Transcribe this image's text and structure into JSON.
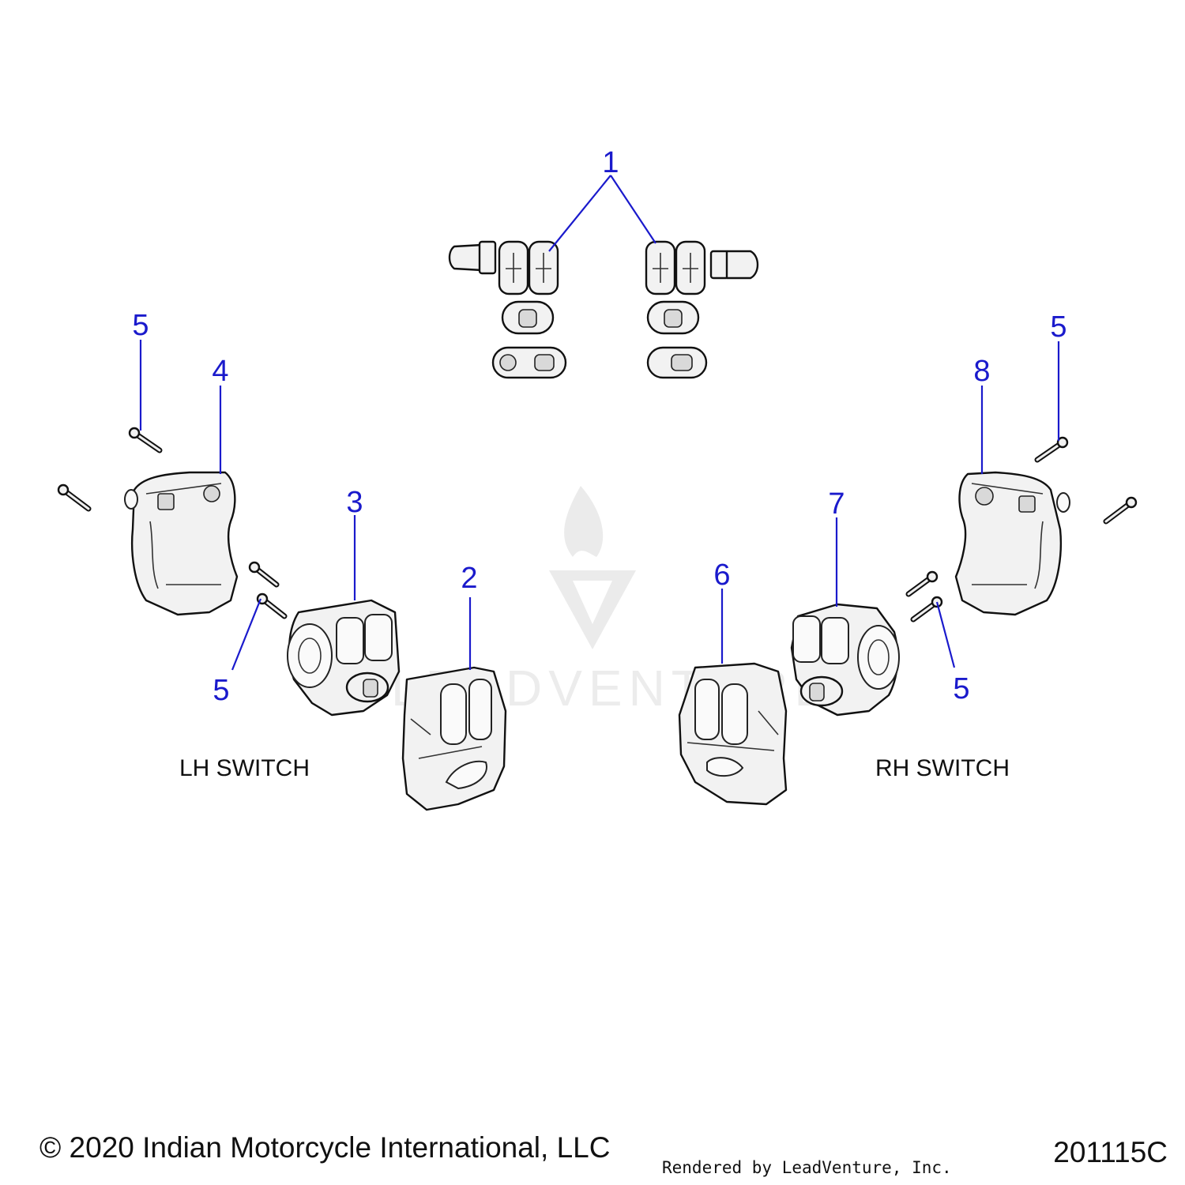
{
  "callouts": {
    "c1": "1",
    "c2": "2",
    "c3": "3",
    "c4": "4",
    "c5a": "5",
    "c5b": "5",
    "c5c": "5",
    "c5d": "5",
    "c6": "6",
    "c7": "7",
    "c8": "8"
  },
  "labels": {
    "lh_switch": "LH SWITCH",
    "rh_switch": "RH SWITCH"
  },
  "footer": {
    "copyright": "© 2020 Indian Motorcycle International, LLC",
    "rendered_by": "Rendered by LeadVenture, Inc.",
    "drawing_number": "201115C"
  },
  "watermark": {
    "text": "LEADVENTURE"
  },
  "colors": {
    "callout": "#1a1acc",
    "line_art": "#111111"
  }
}
